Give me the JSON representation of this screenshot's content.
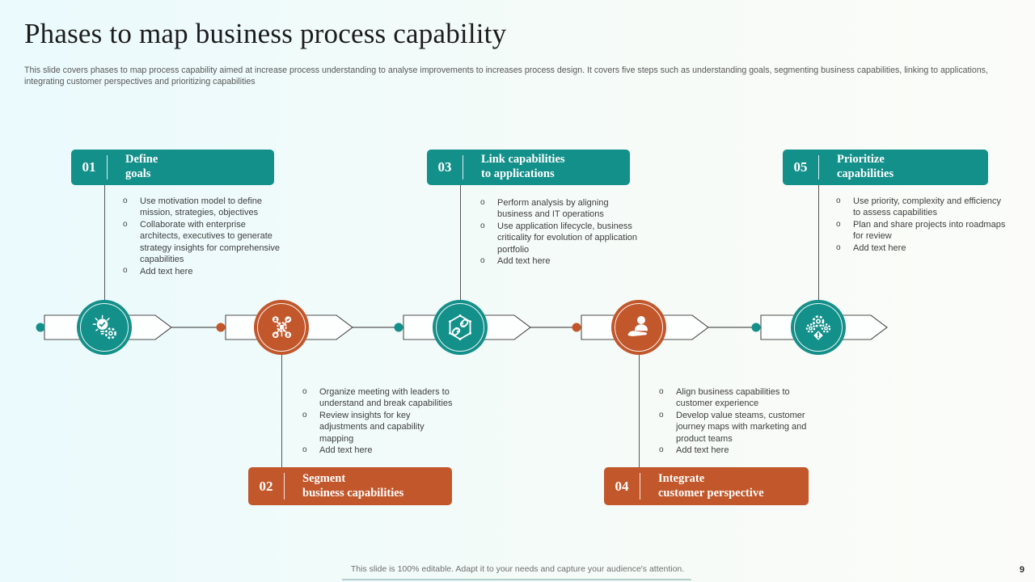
{
  "slide": {
    "title": "Phases to map business process capability",
    "subtitle_line1": "This slide covers phases to map process capability aimed at increase process understanding to analyse improvements to increases process design. It covers five steps such as understanding goals, segmenting business capabilities, linking  to applications,",
    "subtitle_line2": "integrating customer perspectives and prioritizing capabilities",
    "footer": "This slide is 100% editable.  Adapt it to your needs and capture your audience's attention.",
    "page_number": "9"
  },
  "colors": {
    "teal": "#14908a",
    "orange": "#c2572b",
    "line": "#565656",
    "text": "#404040"
  },
  "phases": [
    {
      "number": "01",
      "title_line1": "Define",
      "title_line2": "goals",
      "color": "teal",
      "icon": "lightbulb-gear-icon",
      "bullets": [
        "Use motivation model to define mission, strategies, objectives",
        "Collaborate with enterprise architects, executives to generate strategy insights for comprehensive capabilities",
        "Add text here"
      ]
    },
    {
      "number": "02",
      "title_line1": "Segment",
      "title_line2": "business capabilities",
      "color": "orange",
      "icon": "network-hub-icon",
      "bullets": [
        "Organize meeting with leaders to understand and break capabilities",
        "Review insights for key adjustments and capability mapping",
        "Add text here"
      ]
    },
    {
      "number": "03",
      "title_line1": "Link capabilities",
      "title_line2": "to applications",
      "color": "teal",
      "icon": "chain-link-hexagon-icon",
      "bullets": [
        "Perform analysis by aligning business and IT operations",
        "Use application lifecycle, business criticality for evolution of application portfolio",
        "Add text here"
      ]
    },
    {
      "number": "04",
      "title_line1": "Integrate",
      "title_line2": "customer perspective",
      "color": "orange",
      "icon": "hand-person-icon",
      "bullets": [
        "Align business capabilities to customer experience",
        "Develop value steams, customer journey maps with marketing and product teams",
        "Add text here"
      ]
    },
    {
      "number": "05",
      "title_line1": "Prioritize",
      "title_line2": "capabilities",
      "color": "teal",
      "icon": "gears-alert-icon",
      "bullets": [
        "Use priority, complexity and efficiency to assess capabilities",
        "Plan and share projects into roadmaps for review",
        "Add text here"
      ]
    }
  ]
}
